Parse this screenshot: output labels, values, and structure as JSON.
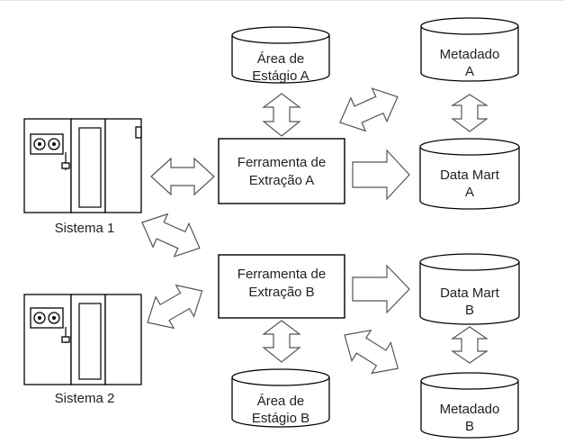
{
  "systems": [
    {
      "label": "Sistema 1"
    },
    {
      "label": "Sistema 2"
    }
  ],
  "tools": [
    {
      "line1": "Ferramenta de",
      "line2": "Extração A"
    },
    {
      "line1": "Ferramenta de",
      "line2": "Extração B"
    }
  ],
  "staging": [
    {
      "line1": "Área de",
      "line2": "Estágio A"
    },
    {
      "line1": "Área de",
      "line2": "Estágio B"
    }
  ],
  "metadata": [
    {
      "line1": "Metadado",
      "line2": "A"
    },
    {
      "line1": "Metadado",
      "line2": "B"
    }
  ],
  "datamarts": [
    {
      "line1": "Data Mart",
      "line2": "A"
    },
    {
      "line1": "Data Mart",
      "line2": "B"
    }
  ],
  "colors": {
    "cylinder_fill": "#e6e6e6",
    "stroke": "#000000",
    "arrow_stroke": "#555555"
  }
}
